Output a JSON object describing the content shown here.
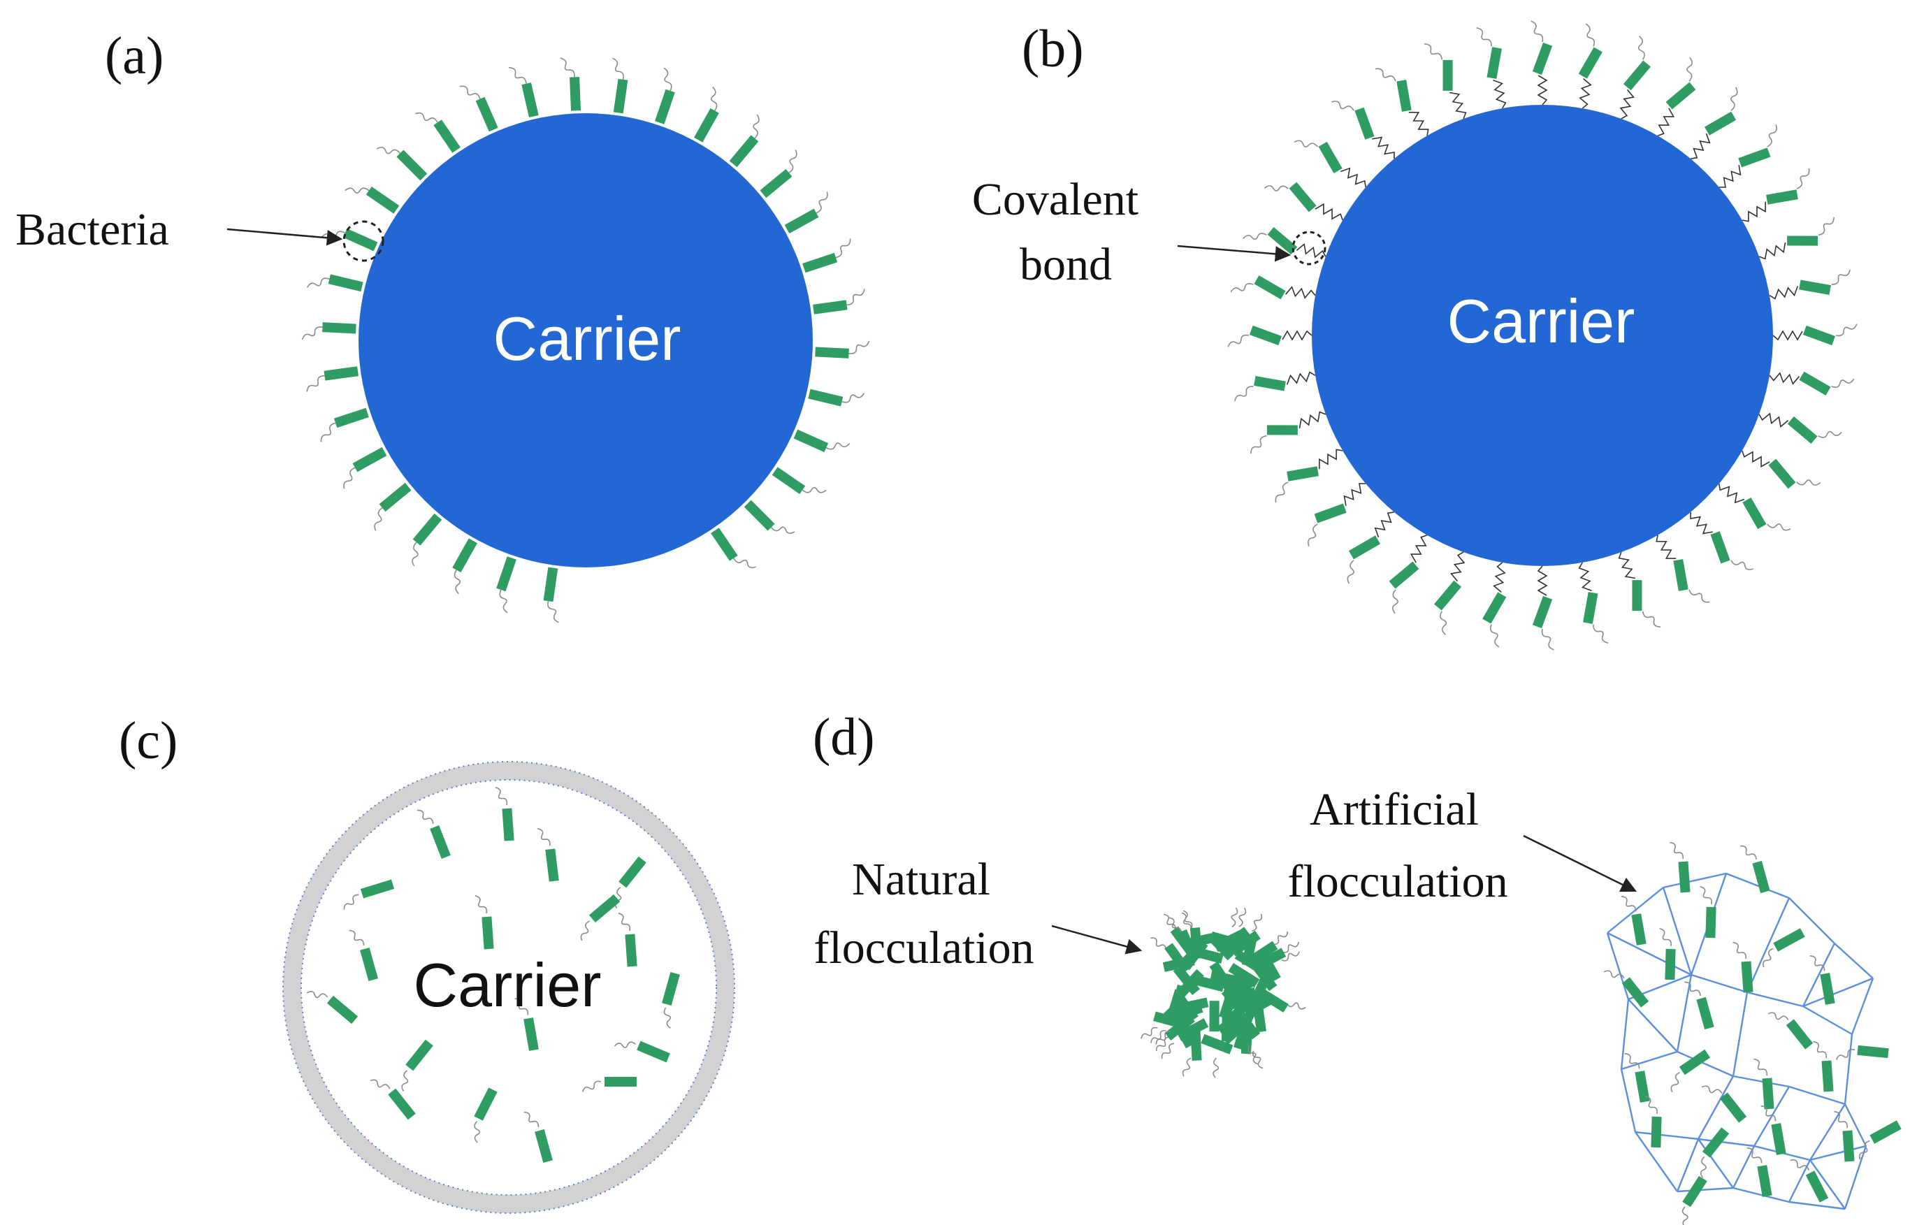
{
  "panels": [
    {
      "id": "a",
      "label": "(a)",
      "carrier_text": "Carrier",
      "annotation": [
        "Bacteria"
      ]
    },
    {
      "id": "b",
      "label": "(b)",
      "carrier_text": "Carrier",
      "annotation": [
        "Covalent",
        "bond"
      ]
    },
    {
      "id": "c",
      "label": "(c)",
      "carrier_text": "Carrier"
    },
    {
      "id": "d",
      "label": "(d)",
      "natural": [
        "Natural",
        "flocculation"
      ],
      "artificial": [
        "Artificial",
        "flocculation"
      ]
    }
  ],
  "colors": {
    "carrier_blue": "#2267D3",
    "bacteria_green": "#2E9C63",
    "network_blue": "#5A8FE0",
    "shell_gray": "#CFCFCF",
    "flagella_gray": "#8A8A8A"
  }
}
